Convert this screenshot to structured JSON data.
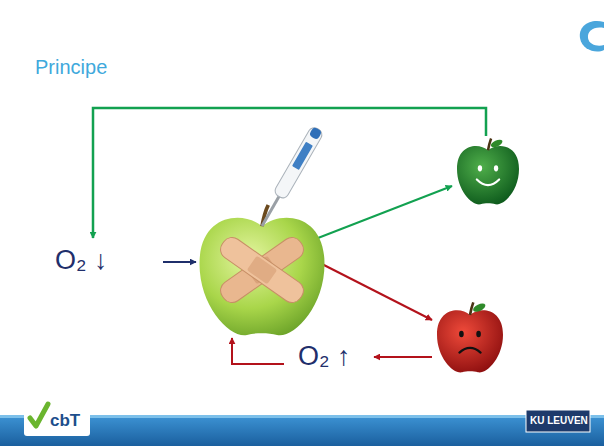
{
  "diagram": {
    "title": "Principe",
    "labels": [
      "O₂ ↓",
      "O₂ ↑",
      "cbT",
      "KU LEUVEN"
    ]
  }
}
